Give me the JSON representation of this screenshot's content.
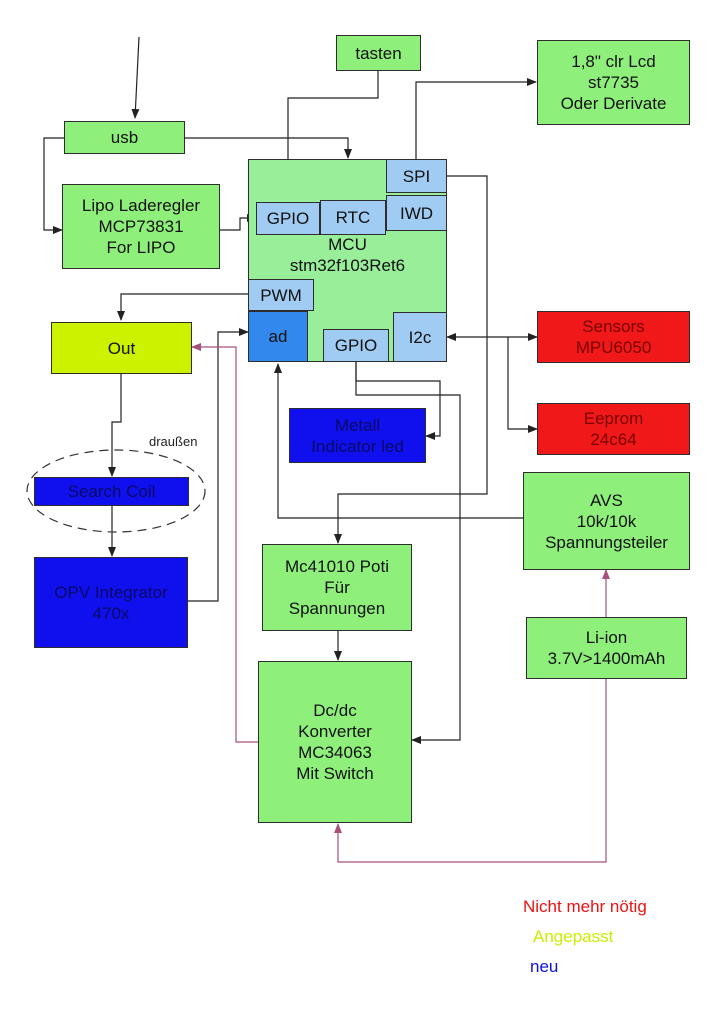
{
  "colors": {
    "green": "#8ef07a",
    "mcu": "#99ee99",
    "sub": "#a0cbf2",
    "sub_dark": "#3388ee",
    "red": "#f01818",
    "blue": "#1010ee",
    "lime": "#ccf200",
    "wire": "#222222",
    "wire_power": "#a8507a"
  },
  "blocks": {
    "tasten": "tasten",
    "lcd": "1,8\" clr Lcd\nst7735\nOder Derivate",
    "usb": "usb",
    "lipo": "Lipo Laderegler\nMCP73831\nFor LIPO",
    "mcu": "MCU\nstm32f103Ret6",
    "spi": "SPI",
    "gpio_left": "GPIO",
    "rtc": "RTC",
    "iwd": "IWD",
    "pwm": "PWM",
    "ad": "ad",
    "gpio_bottom": "GPIO",
    "i2c": "I2c",
    "out": "Out",
    "sensors": "Sensors\nMPU6050",
    "eeprom": "Eeprom\n24c64",
    "metall": "Metall\nIndicator led",
    "search_coil": "Search Coil",
    "opv": "OPV Integrator\n470x",
    "avs": "AVS\n10k/10k\nSpannungsteiler",
    "poti": "Mc41010 Poti\nFür\nSpannungen",
    "liion": "Li-ion\n3.7V>1400mAh",
    "dcdc": "Dc/dc\nKonverter\nMC34063\nMit Switch"
  },
  "annotation": "draußen",
  "legend": [
    {
      "label": "Nicht mehr nötig",
      "color": "#ee1111"
    },
    {
      "label": "Angepasst",
      "color": "#ccee00"
    },
    {
      "label": "neu",
      "color": "#1010dd"
    }
  ]
}
